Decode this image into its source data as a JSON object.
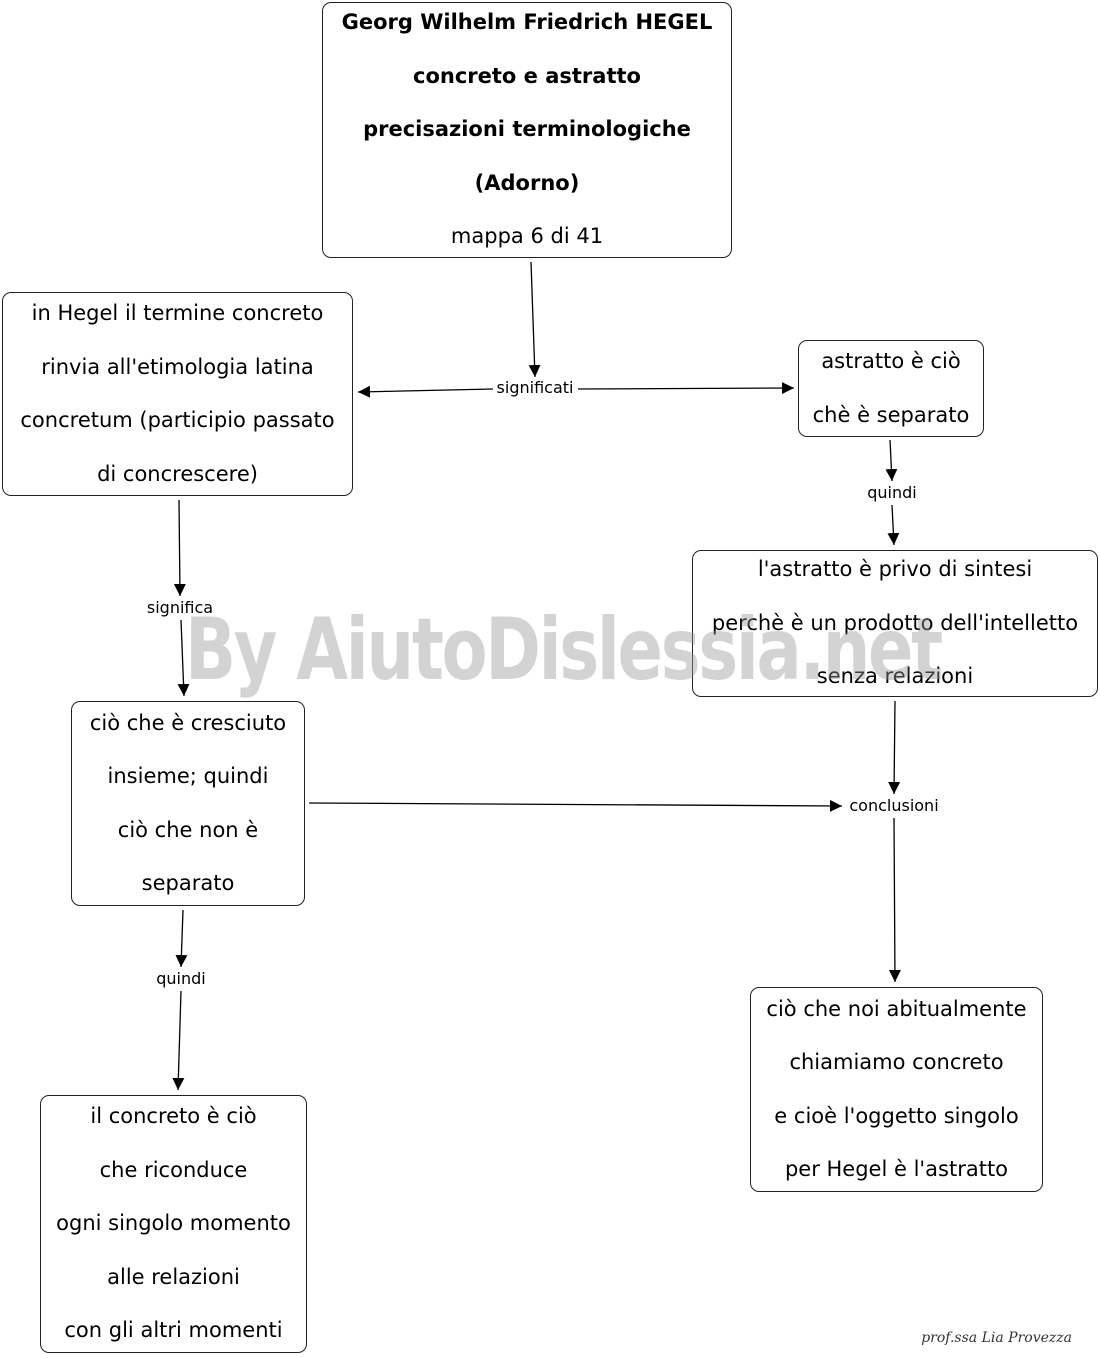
{
  "nodes": {
    "title": {
      "lines": [
        "Georg Wilhelm Friedrich HEGEL",
        "concreto e astratto",
        "precisazioni terminologiche",
        "(Adorno)"
      ],
      "subtitle": "mappa 6 di 41"
    },
    "concreto_etimologia": {
      "lines": [
        "in Hegel il termine concreto",
        "rinvia all'etimologia latina",
        "concretum (participio passato",
        "di concrescere)"
      ]
    },
    "astratto_separato": {
      "lines": [
        "astratto è ciò",
        "chè è separato"
      ]
    },
    "astratto_sintesi": {
      "lines": [
        "l'astratto è privo di sintesi",
        "perchè è un prodotto dell'intelletto",
        "senza relazioni"
      ]
    },
    "cresciuto_insieme": {
      "lines": [
        "ciò che è cresciuto",
        "insieme; quindi",
        "ciò che non è",
        "separato"
      ]
    },
    "concreto_relazioni": {
      "lines": [
        "il concreto è ciò",
        "che riconduce",
        "ogni singolo momento",
        "alle relazioni",
        "con gli altri momenti"
      ]
    },
    "oggetto_singolo": {
      "lines": [
        "ciò che noi abitualmente",
        "chiamiamo concreto",
        "e cioè l'oggetto singolo",
        "per Hegel è l'astratto"
      ]
    }
  },
  "links": {
    "significati": "significati",
    "quindi_right": "quindi",
    "significa": "significa",
    "conclusioni": "conclusioni",
    "quindi_left": "quindi"
  },
  "watermark": "By AiutoDislessia.net",
  "signature": "prof.ssa Lia Provezza",
  "colors": {
    "line": "#000000",
    "border": "#222222",
    "watermark": "#969696"
  }
}
